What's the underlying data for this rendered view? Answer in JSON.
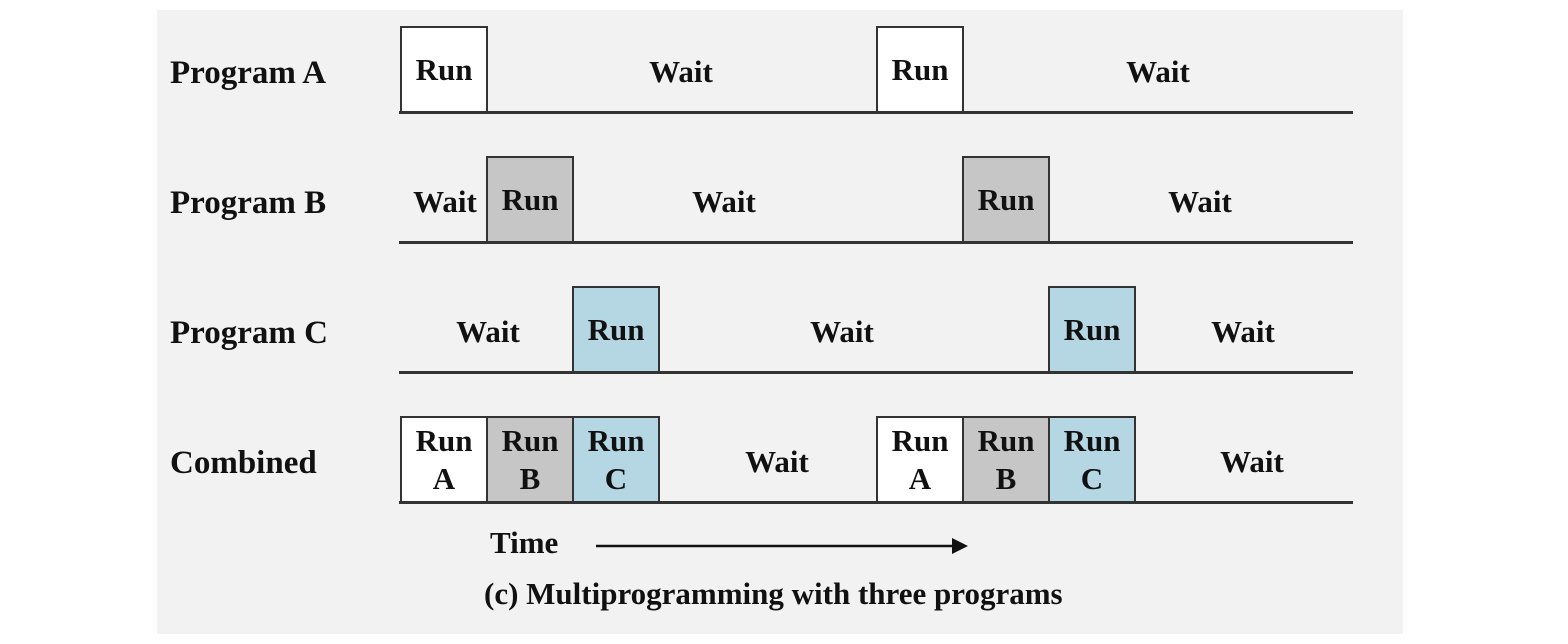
{
  "rows": [
    {
      "label": "Program A",
      "segments": [
        {
          "kind": "run",
          "text": "Run",
          "color": "#ffffff"
        },
        {
          "kind": "wait",
          "text": "Wait"
        },
        {
          "kind": "run",
          "text": "Run",
          "color": "#ffffff"
        },
        {
          "kind": "wait",
          "text": "Wait"
        }
      ]
    },
    {
      "label": "Program B",
      "segments": [
        {
          "kind": "wait",
          "text": "Wait"
        },
        {
          "kind": "run",
          "text": "Run",
          "color": "#c6c6c6"
        },
        {
          "kind": "wait",
          "text": "Wait"
        },
        {
          "kind": "run",
          "text": "Run",
          "color": "#c6c6c6"
        },
        {
          "kind": "wait",
          "text": "Wait"
        }
      ]
    },
    {
      "label": "Program C",
      "segments": [
        {
          "kind": "wait",
          "text": "Wait"
        },
        {
          "kind": "run",
          "text": "Run",
          "color": "#b5d6e3"
        },
        {
          "kind": "wait",
          "text": "Wait"
        },
        {
          "kind": "run",
          "text": "Run",
          "color": "#b5d6e3"
        },
        {
          "kind": "wait",
          "text": "Wait"
        }
      ]
    },
    {
      "label": "Combined",
      "segments": [
        {
          "kind": "run",
          "line1": "Run",
          "line2": "A",
          "color": "#ffffff"
        },
        {
          "kind": "run",
          "line1": "Run",
          "line2": "B",
          "color": "#c6c6c6"
        },
        {
          "kind": "run",
          "line1": "Run",
          "line2": "C",
          "color": "#b5d6e3"
        },
        {
          "kind": "wait",
          "text": "Wait"
        },
        {
          "kind": "run",
          "line1": "Run",
          "line2": "A",
          "color": "#ffffff"
        },
        {
          "kind": "run",
          "line1": "Run",
          "line2": "B",
          "color": "#c6c6c6"
        },
        {
          "kind": "run",
          "line1": "Run",
          "line2": "C",
          "color": "#b5d6e3"
        },
        {
          "kind": "wait",
          "text": "Wait"
        }
      ]
    }
  ],
  "time_label": "Time",
  "caption": "(c) Multiprogramming with three programs"
}
